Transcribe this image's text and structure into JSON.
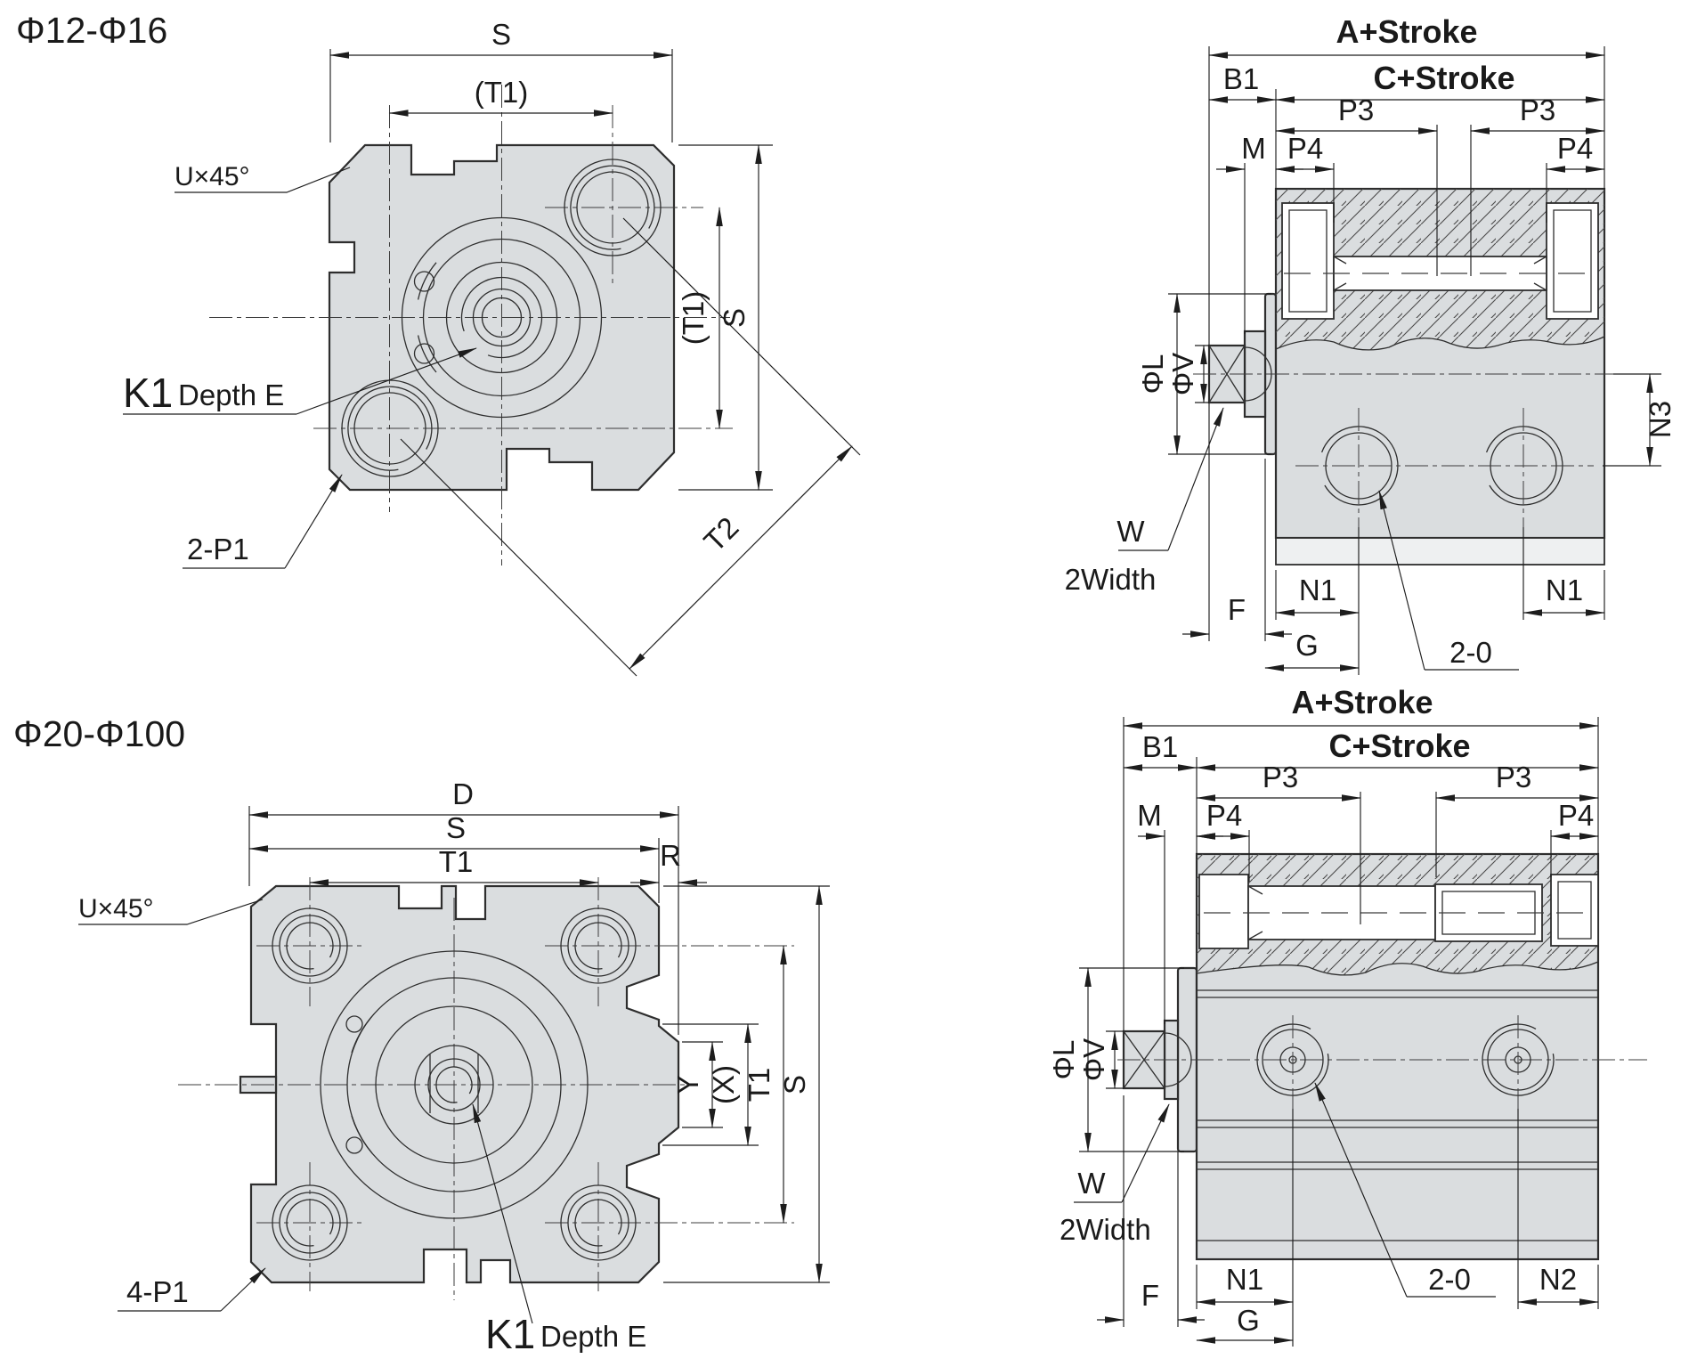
{
  "page": {
    "background": "#ffffff",
    "line_color": "#2e2e2e",
    "body_fill": "#dadddf",
    "dim_color": "#1d1d1d"
  },
  "sections": {
    "top": {
      "title": "Φ12-Φ16",
      "front": {
        "s_top": "S",
        "t1_top": "(T1)",
        "u45": "U×45°",
        "k1": "K1",
        "depth_e": "Depth E",
        "p1": "2-P1",
        "t1_right": "(T1)",
        "s_right": "S",
        "t2": "T2"
      },
      "side": {
        "a_stroke": "A+Stroke",
        "c_stroke": "C+Stroke",
        "b1": "B1",
        "p3": "P3",
        "p4": "P4",
        "m": "M",
        "phi_l": "ΦL",
        "phi_v": "ΦV",
        "n3": "N3",
        "w": "W",
        "two_width": "2Width",
        "f": "F",
        "g": "G",
        "n1": "N1",
        "two_o": "2-0"
      }
    },
    "bottom": {
      "title": "Φ20-Φ100",
      "front": {
        "d": "D",
        "s_top": "S",
        "t1_top": "T1",
        "r": "R",
        "u45": "U×45°",
        "p1": "4-P1",
        "k1": "K1",
        "depth_e": "Depth E",
        "y": "Y",
        "x": "(X)",
        "t1_right": "T1",
        "s_right": "S"
      },
      "side": {
        "a_stroke": "A+Stroke",
        "c_stroke": "C+Stroke",
        "b1": "B1",
        "p3": "P3",
        "p4": "P4",
        "m": "M",
        "phi_l": "ΦL",
        "phi_v": "ΦV",
        "w": "W",
        "two_width": "2Width",
        "f": "F",
        "g": "G",
        "n1": "N1",
        "two_o": "2-0",
        "n2": "N2"
      }
    }
  }
}
